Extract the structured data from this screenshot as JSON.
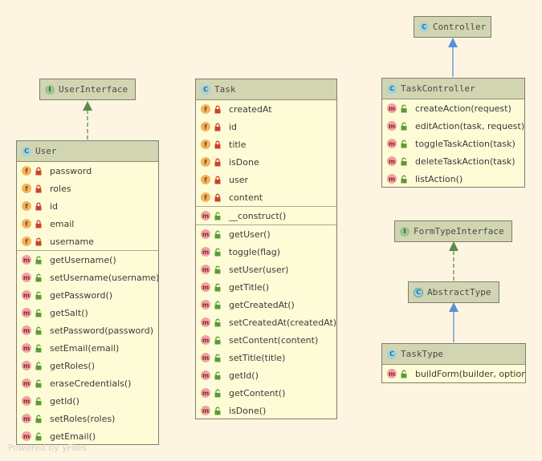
{
  "watermark": "Powered by yFiles",
  "colors": {
    "background": "#fdf5e2",
    "node_body": "#fefcd6",
    "node_header": "#d2d5b1",
    "implements_arrow": "#5c8a4c",
    "extends_arrow": "#5b8fd6"
  },
  "nodes": {
    "user_interface": {
      "title": "UserInterface",
      "kind": "I",
      "icon": "interface-icon"
    },
    "user": {
      "title": "User",
      "kind": "C",
      "icon": "class-icon",
      "fields": [
        "password",
        "roles",
        "id",
        "email",
        "username"
      ],
      "methods": [
        "getUsername()",
        "setUsername(username)",
        "getPassword()",
        "getSalt()",
        "setPassword(password)",
        "setEmail(email)",
        "getRoles()",
        "eraseCredentials()",
        "getId()",
        "setRoles(roles)",
        "getEmail()"
      ]
    },
    "task": {
      "title": "Task",
      "kind": "C",
      "icon": "class-icon",
      "fields": [
        "createdAt",
        "id",
        "title",
        "isDone",
        "user",
        "content"
      ],
      "constructor": [
        "__construct()"
      ],
      "methods": [
        "getUser()",
        "toggle(flag)",
        "setUser(user)",
        "getTitle()",
        "getCreatedAt()",
        "setCreatedAt(createdAt)",
        "setContent(content)",
        "setTitle(title)",
        "getId()",
        "getContent()",
        "isDone()"
      ]
    },
    "controller": {
      "title": "Controller",
      "kind": "C",
      "icon": "class-icon"
    },
    "task_controller": {
      "title": "TaskController",
      "kind": "C",
      "icon": "class-icon",
      "methods": [
        "createAction(request)",
        "editAction(task, request)",
        "toggleTaskAction(task)",
        "deleteTaskAction(task)",
        "listAction()"
      ]
    },
    "form_type_interface": {
      "title": "FormTypeInterface",
      "kind": "I",
      "icon": "interface-icon"
    },
    "abstract_type": {
      "title": "AbstractType",
      "kind": "C",
      "icon": "abstract-class-icon"
    },
    "task_type": {
      "title": "TaskType",
      "kind": "C",
      "icon": "class-icon",
      "methods": [
        "buildForm(builder, options)"
      ]
    }
  },
  "badge_letters": {
    "field": "f",
    "method": "m"
  },
  "edges": [
    {
      "from": "user",
      "to": "user_interface",
      "type": "implements"
    },
    {
      "from": "task_controller",
      "to": "controller",
      "type": "extends"
    },
    {
      "from": "abstract_type",
      "to": "form_type_interface",
      "type": "implements"
    },
    {
      "from": "task_type",
      "to": "abstract_type",
      "type": "extends"
    }
  ]
}
